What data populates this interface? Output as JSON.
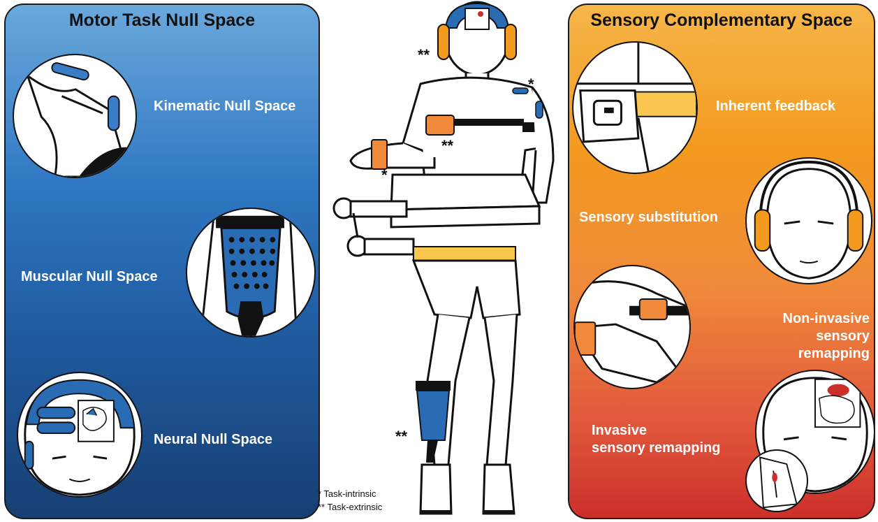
{
  "left_panel": {
    "title": "Motor Task Null Space",
    "items": [
      {
        "label": "Kinematic Null Space",
        "icon": "arm-sensor-icon"
      },
      {
        "label": "Muscular Null Space",
        "icon": "emg-sleeve-icon"
      },
      {
        "label": "Neural Null Space",
        "icon": "brain-headband-icon"
      }
    ]
  },
  "right_panel": {
    "title": "Sensory Complementary Space",
    "items": [
      {
        "label": "Inherent feedback",
        "icon": "waistband-icon"
      },
      {
        "label": "Sensory substitution",
        "icon": "headphones-face-icon"
      },
      {
        "label_line1": "Non-invasive",
        "label_line2": "sensory remapping",
        "icon": "arm-band-icon"
      },
      {
        "label_line1": "Invasive",
        "label_line2": "sensory remapping",
        "icon": "brain-implant-icon"
      }
    ]
  },
  "figure": {
    "markers": {
      "single": "*",
      "double": "**"
    }
  },
  "legend": {
    "line1": "* Task-intrinsic",
    "line2": "** Task-extrinsic"
  },
  "colors": {
    "blue_accent": "#2a6cb4",
    "orange_accent": "#f08a3a",
    "yellow_band": "#f9c74f",
    "red_accent": "#cc2f2a"
  }
}
